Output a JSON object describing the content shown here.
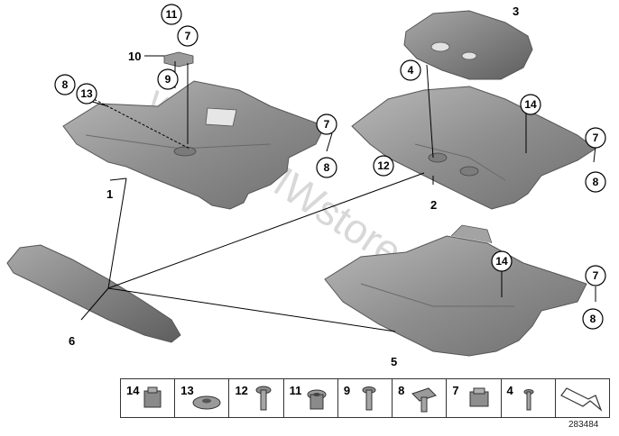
{
  "watermark": "www.BMWstore.pl",
  "reference_code": "283484",
  "callouts": {
    "part_1": "1",
    "part_2": "2",
    "part_3": "3",
    "part_4": "4",
    "part_5": "5",
    "part_6": "6",
    "circ_7a": "7",
    "circ_7b": "7",
    "circ_7c": "7",
    "circ_7d": "7",
    "circ_8a": "8",
    "circ_8b": "8",
    "circ_8c": "8",
    "circ_8d": "8",
    "circ_9": "9",
    "part_10": "10",
    "circ_11": "11",
    "circ_12": "12",
    "circ_13": "13",
    "circ_14a": "14",
    "circ_14b": "14"
  },
  "legend": [
    {
      "label": "14",
      "icon": "clip-nut-icon"
    },
    {
      "label": "13",
      "icon": "washer-icon"
    },
    {
      "label": "12",
      "icon": "hex-bolt-icon"
    },
    {
      "label": "11",
      "icon": "grommet-icon"
    },
    {
      "label": "9",
      "icon": "screw-icon"
    },
    {
      "label": "8",
      "icon": "flange-bolt-icon"
    },
    {
      "label": "7",
      "icon": "spring-nut-icon"
    },
    {
      "label": "4",
      "icon": "rivet-icon"
    },
    {
      "label": "",
      "icon": "direction-arrow-icon"
    }
  ]
}
